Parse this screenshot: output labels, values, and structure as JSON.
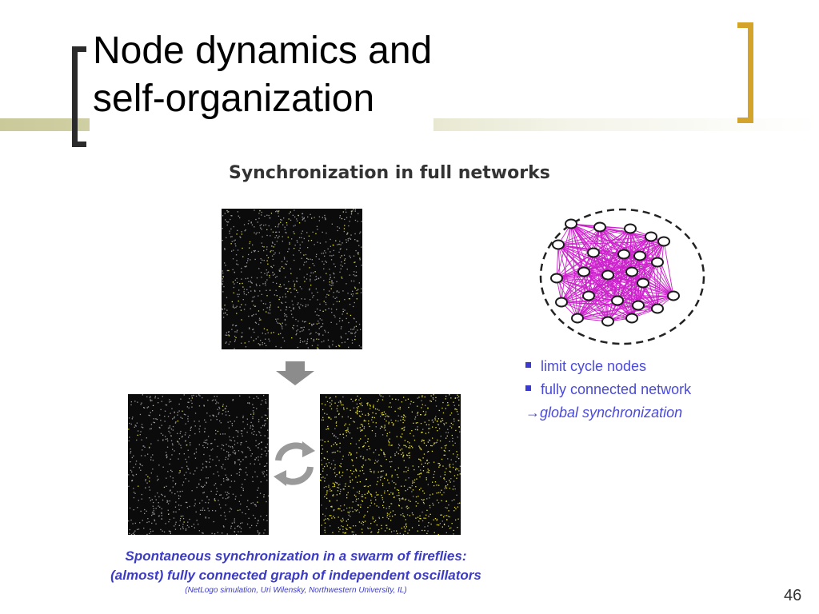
{
  "slide": {
    "title_line1": "Node dynamics and",
    "title_line2": "self-organization",
    "page_number": "46"
  },
  "figure": {
    "title": "Synchronization in full networks",
    "bullets": [
      "limit cycle nodes",
      "fully connected network"
    ],
    "conclusion": "global synchronization",
    "conclusion_arrow": "→",
    "caption_line1": "Spontaneous synchronization in a swarm of fireflies:",
    "caption_line2": "(almost) fully connected graph of independent oscillators",
    "caption_credit": "(NetLogo simulation, Uri Wilensky, Northwestern University, IL)"
  },
  "colors": {
    "title_band": "#c9c99a",
    "left_bracket": "#2b2b2b",
    "right_bracket": "#d4a32a",
    "network_edges": "#cc22cc",
    "text_blue": "#3b3bc4",
    "firefly_on": "#e6e030",
    "firefly_off": "#9a9a9a"
  }
}
